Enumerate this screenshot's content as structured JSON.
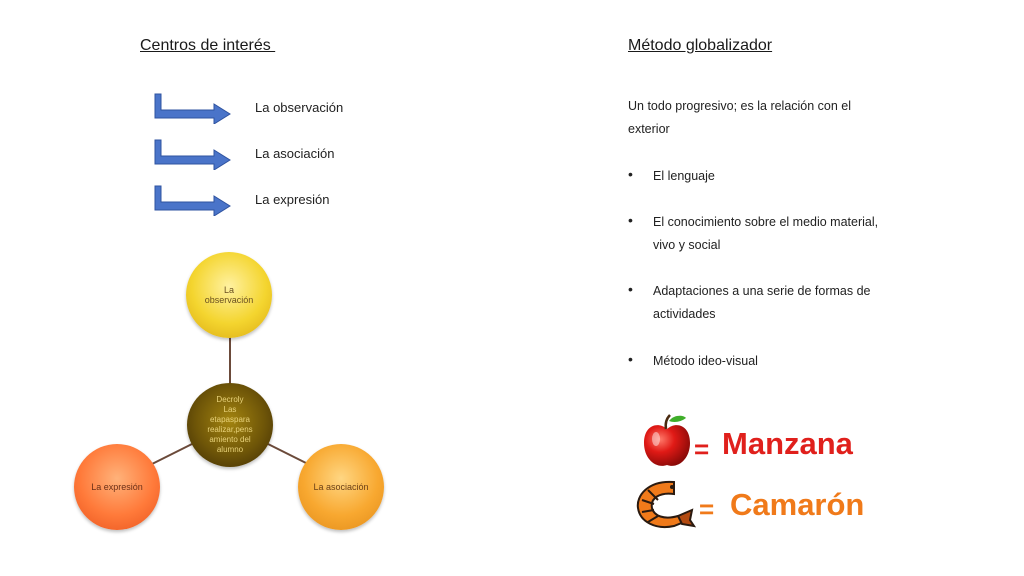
{
  "left": {
    "heading": "Centros de interés ",
    "items": [
      {
        "label": "La observación"
      },
      {
        "label": "La asociación"
      },
      {
        "label": "La expresión"
      }
    ]
  },
  "diagram": {
    "top_node": "La\nobservación",
    "center_node": "Decroly\nLas\netapaspara\nrealizar,pens\namiento del\nalumno",
    "left_node": "La expresión",
    "right_node": "La asociación"
  },
  "right": {
    "heading": "Método globalizador",
    "intro": "Un todo progresivo; es la relación con el exterior",
    "bullets": [
      "El lenguaje",
      "El conocimiento sobre el medio material, vivo y social",
      "Adaptaciones a una serie de formas de actividades",
      "Método ideo-visual"
    ],
    "bullet_symbol": "•"
  },
  "pictograms": {
    "equals": "=",
    "apple_word": "Manzana",
    "shrimp_word": "Camarón",
    "apple_color": "#e0201c",
    "shrimp_color": "#f07a1a",
    "apple_icon": "apple-icon",
    "shrimp_icon": "shrimp-icon"
  }
}
